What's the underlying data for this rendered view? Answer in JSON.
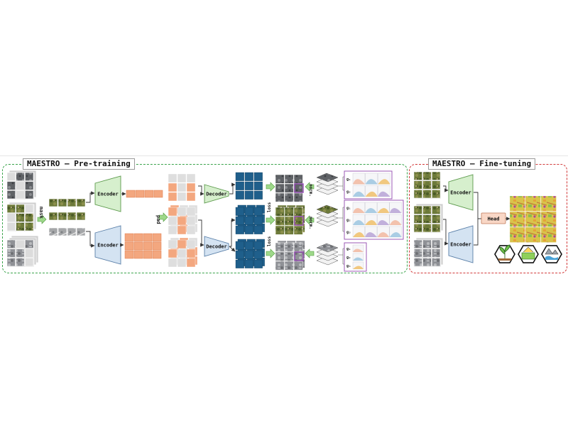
{
  "pretraining": {
    "title": "MAESTRO – Pre-training"
  },
  "finetuning": {
    "title": "MAESTRO – Fine-tuning"
  },
  "labels": {
    "mask": "mask",
    "pad": "pad",
    "encoder": "Encoder",
    "decoder": "Decoder",
    "loss": "loss",
    "norm": "norm.",
    "head": "Head",
    "g1": "g₁",
    "g2": "g₂",
    "g3": "g₃"
  },
  "colors": {
    "pretraining_border": "#39a34a",
    "finetuning_border": "#d23a3a",
    "encoder_top_fill": "#d6efcd",
    "encoder_bottom_fill": "#d4e3f2",
    "token_fill": "#f3a77f",
    "decoder_grid_fill": "#1f5f8b",
    "histogram_frame": "#9b59b6"
  },
  "icons": [
    "crop-plant-icon",
    "farmland-icon",
    "water-landscape-icon"
  ]
}
